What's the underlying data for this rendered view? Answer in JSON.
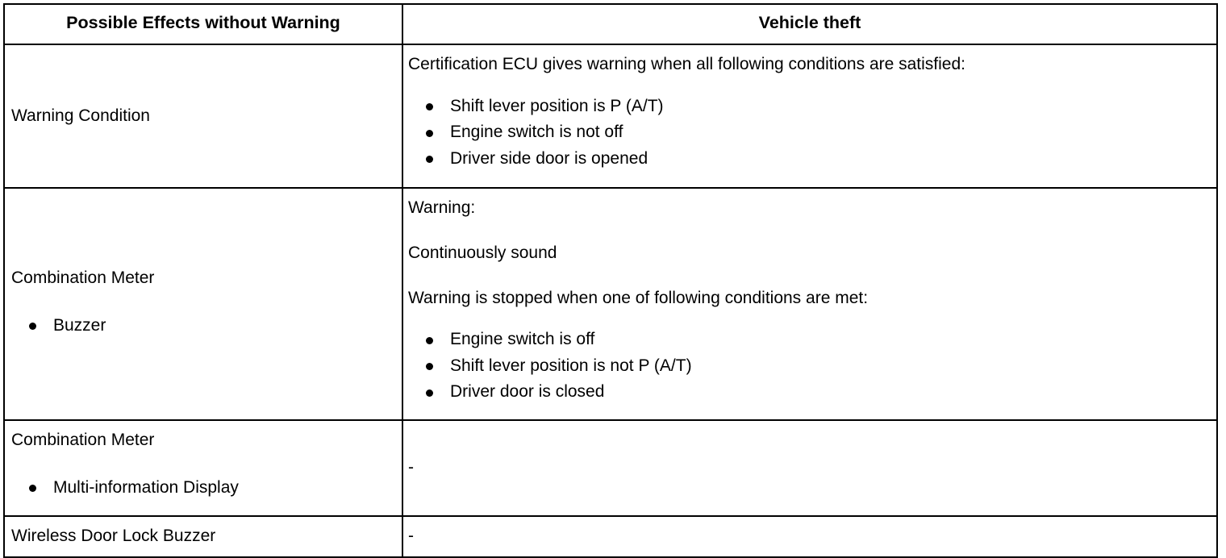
{
  "table": {
    "headers": {
      "left": "Possible Effects without Warning",
      "right": "Vehicle theft"
    },
    "rows": [
      {
        "id": "warning-condition",
        "left": {
          "label": "Warning Condition",
          "bullets": []
        },
        "right": {
          "paragraphs": [
            "Certification ECU gives warning when all following conditions are satisfied:"
          ],
          "bullets": [
            "Shift lever position is P (A/T)",
            "Engine switch is not off",
            "Driver side door is opened"
          ]
        }
      },
      {
        "id": "combination-meter-buzzer",
        "left": {
          "label": "Combination Meter",
          "bullets": [
            "Buzzer"
          ]
        },
        "right": {
          "paragraphs": [
            "Warning:",
            "Continuously sound",
            "Warning is stopped when one of following conditions are met:"
          ],
          "bullets": [
            "Engine switch is off",
            "Shift lever position is not P (A/T)",
            "Driver door is closed"
          ]
        }
      },
      {
        "id": "combination-meter-multi-information-display",
        "left": {
          "label": "Combination Meter",
          "bullets": [
            "Multi-information Display"
          ]
        },
        "right": {
          "paragraphs": [
            "-"
          ],
          "bullets": []
        }
      },
      {
        "id": "wireless-door-lock-buzzer",
        "left": {
          "label": "Wireless Door Lock Buzzer",
          "bullets": []
        },
        "right": {
          "paragraphs": [
            "-"
          ],
          "bullets": []
        }
      }
    ]
  },
  "style": {
    "text_color": "#000000",
    "background_color": "#ffffff",
    "border_color": "#000000"
  }
}
